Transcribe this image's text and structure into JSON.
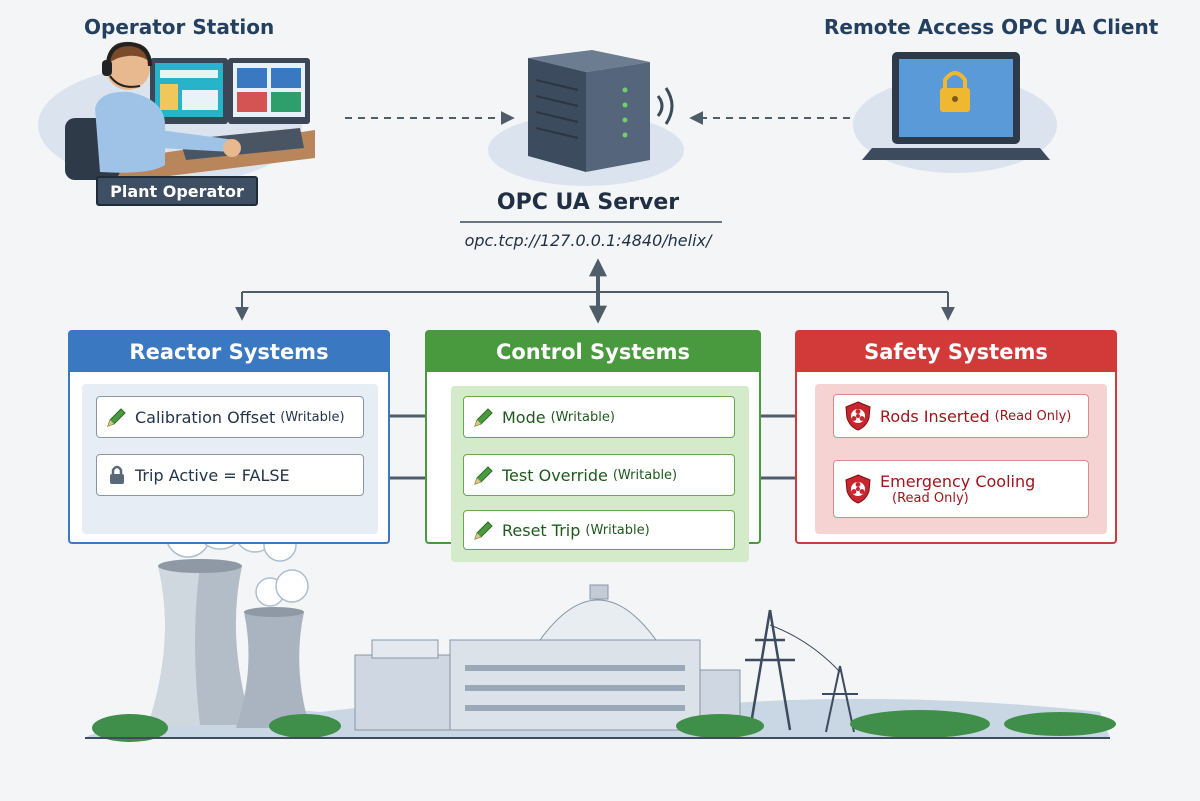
{
  "stations": {
    "operator": {
      "title": "Operator Station",
      "badge": "Plant Operator"
    },
    "remote": {
      "title": "Remote Access OPC UA Client"
    },
    "server": {
      "title": "OPC UA Server",
      "url": "opc.tcp://127.0.0.1:4840/helix/"
    }
  },
  "panels": {
    "reactor": {
      "title": "Reactor Systems",
      "color": "#3a78c2",
      "items": [
        {
          "label": "Calibration Offset",
          "tag": "(Writable)",
          "icon": "pencil-icon"
        },
        {
          "label": "Trip Active = FALSE",
          "tag": "",
          "icon": "lock-icon"
        }
      ]
    },
    "control": {
      "title": "Control Systems",
      "color": "#49993e",
      "items": [
        {
          "label": "Mode",
          "tag": "(Writable)",
          "icon": "pencil-icon"
        },
        {
          "label": "Test Override",
          "tag": "(Writable)",
          "icon": "pencil-icon"
        },
        {
          "label": "Reset Trip",
          "tag": "(Writable)",
          "icon": "pencil-icon"
        }
      ]
    },
    "safety": {
      "title": "Safety Systems",
      "color": "#d23a3a",
      "items": [
        {
          "label": "Rods Inserted",
          "tag": "(Read Only)",
          "icon": "shield-lock-icon"
        },
        {
          "label": "Emergency Cooling",
          "tag": "(Read Only)",
          "icon": "shield-lock-icon"
        }
      ]
    }
  },
  "icons": {
    "operator": "operator-workstation-icon",
    "server": "server-tower-icon",
    "laptop": "laptop-lock-icon",
    "plant": "nuclear-plant-illustration"
  }
}
